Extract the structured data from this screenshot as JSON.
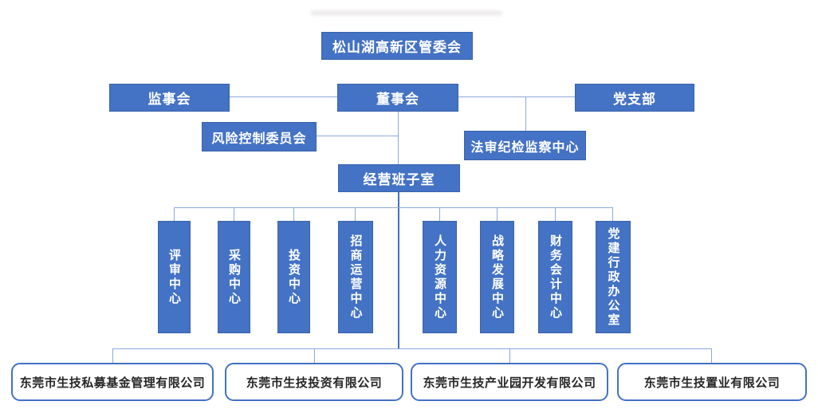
{
  "org_chart": {
    "root": "松山湖高新区管委会",
    "supervisory_board": "监事会",
    "board_of_directors": "董事会",
    "party_branch": "党支部",
    "risk_control_committee": "风险控制委员会",
    "legal_audit_center": "法审纪检监察中心",
    "management_team_office": "经营班子室",
    "centers": [
      "评审中心",
      "采购中心",
      "投资中心",
      "招商运营中心",
      "人力资源中心",
      "战略发展中心",
      "财务会计中心",
      "党建行政办公室"
    ],
    "companies": [
      "东莞市生技私募基金管理有限公司",
      "东莞市生技投资有限公司",
      "东莞市生技产业园开发有限公司",
      "东莞市生技置业有限公司"
    ],
    "colors": {
      "node_fill": "#4472C4",
      "node_border": "#3A62A9",
      "node_text": "#FFFFFF",
      "connector": "#8EA9DB",
      "trunk": "#4472C4",
      "company_border": "#4472C4",
      "company_text": "#262626",
      "background": "#FFFFFF"
    }
  }
}
